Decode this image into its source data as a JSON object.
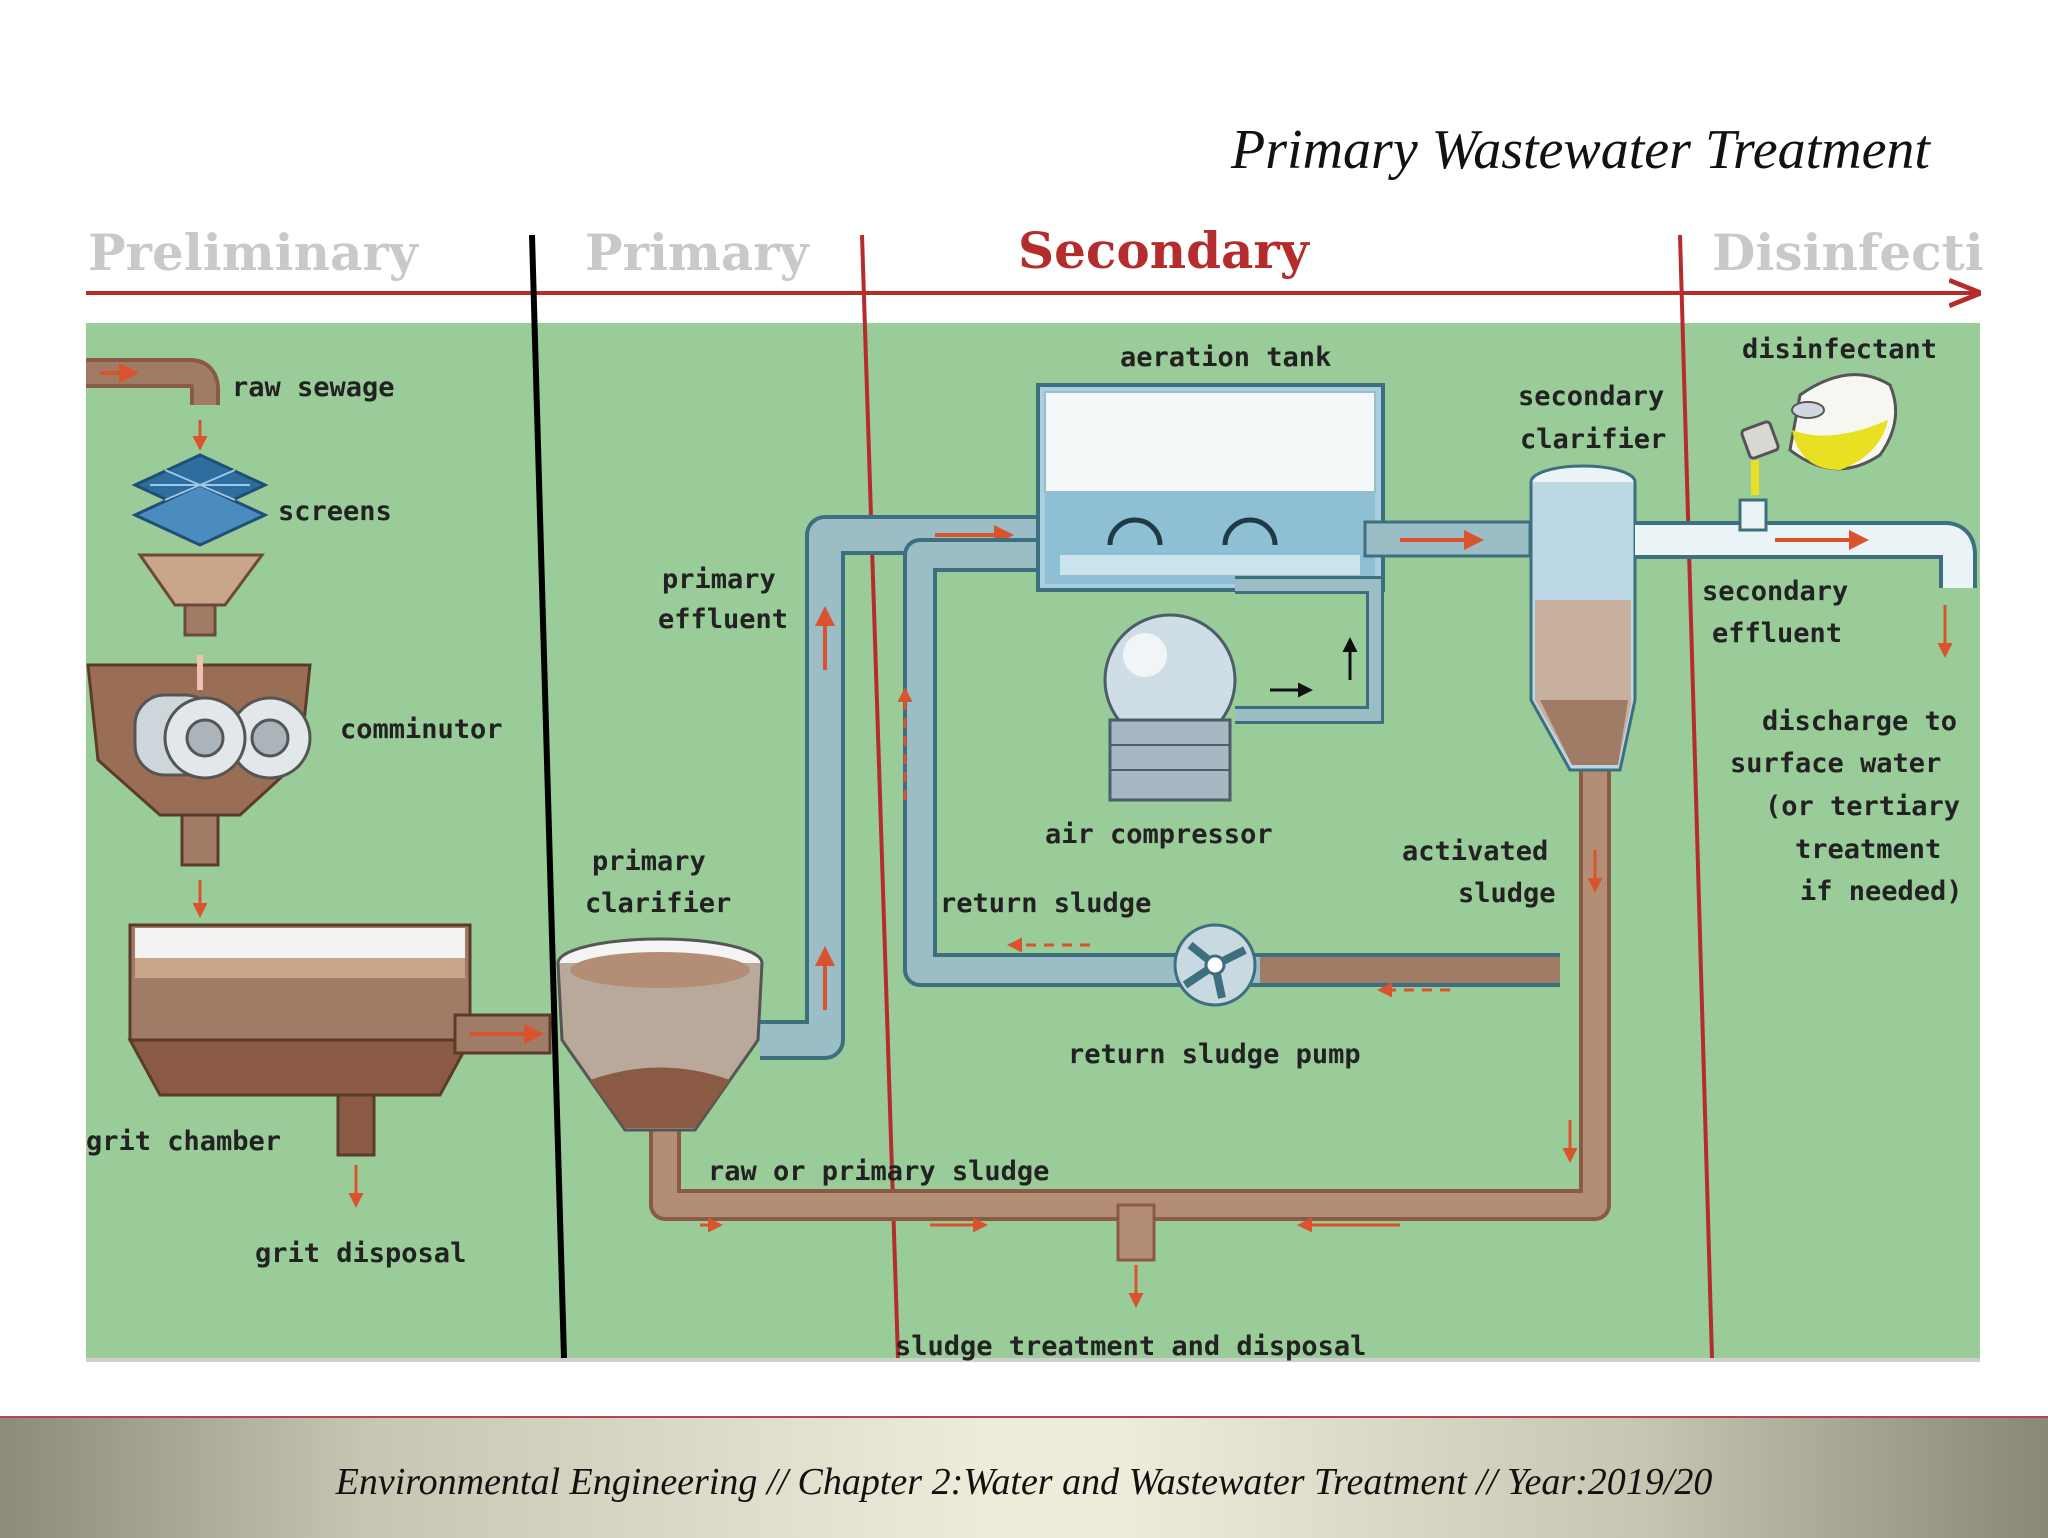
{
  "title": "Primary Wastewater Treatment",
  "stages": {
    "preliminary": "Preliminary",
    "primary": "Primary",
    "secondary": "Secondary",
    "disinfection": "Disinfecti"
  },
  "labels": {
    "raw_sewage": "raw sewage",
    "screens": "screens",
    "comminutor": "comminutor",
    "grit_chamber": "grit chamber",
    "grit_disposal": "grit disposal",
    "primary_clarifier_1": "primary",
    "primary_clarifier_2": "clarifier",
    "primary_effluent_1": "primary",
    "primary_effluent_2": "effluent",
    "aeration_tank": "aeration tank",
    "air_compressor": "air compressor",
    "return_sludge": "return sludge",
    "return_sludge_pump": "return sludge pump",
    "raw_or_primary_sludge": "raw or primary sludge",
    "sludge_treatment": "sludge treatment and disposal",
    "secondary_clarifier_1": "secondary",
    "secondary_clarifier_2": "clarifier",
    "activated_sludge_1": "activated",
    "activated_sludge_2": "sludge",
    "disinfectant": "disinfectant",
    "secondary_effluent_1": "secondary",
    "secondary_effluent_2": "effluent",
    "discharge_1": "discharge to",
    "discharge_2": "surface water",
    "discharge_3": "(or tertiary",
    "discharge_4": "treatment",
    "discharge_5": "if needed)"
  },
  "footer": "Environmental Engineering // Chapter 2:Water  and Wastewater Treatment // Year:2019/20",
  "colors": {
    "background_green": "#99cc99",
    "pipe_blue": "#9bbdc6",
    "pipe_outline": "#3e6f7e",
    "sludge_brown": "#a07c66",
    "arrow_red": "#d9532e",
    "stage_red": "#b52c2c",
    "stage_gray": "#c9c9c9"
  }
}
